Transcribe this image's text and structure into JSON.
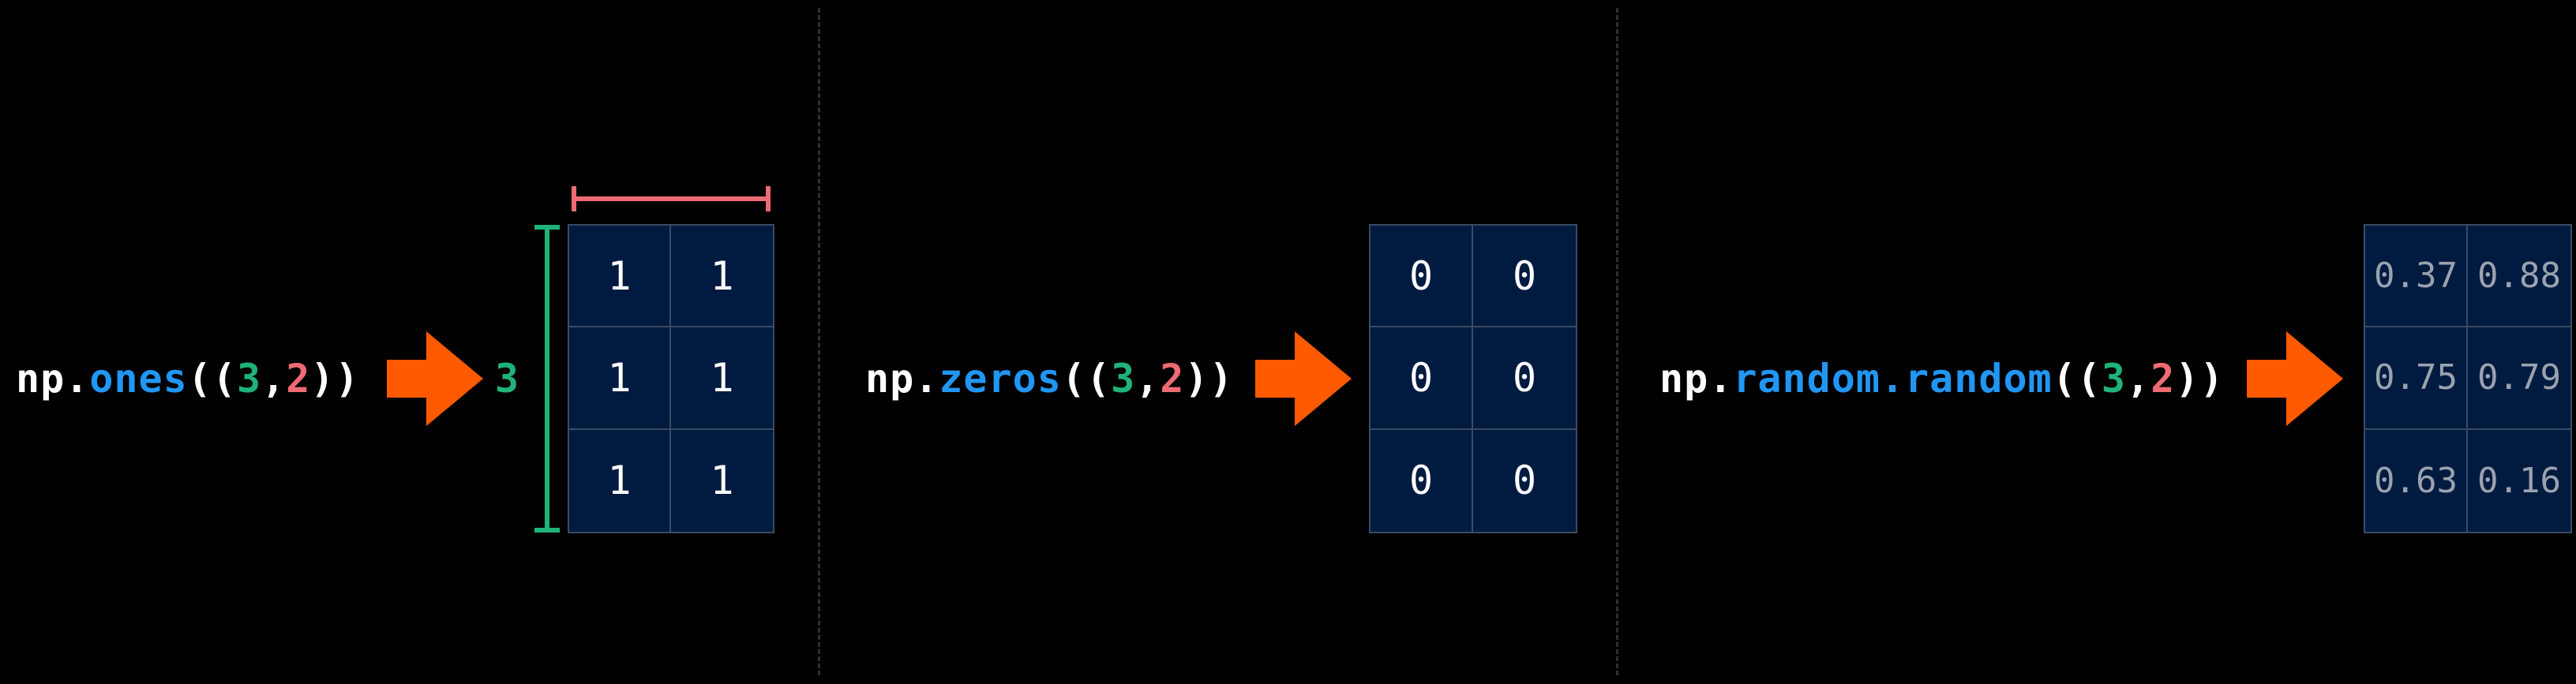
{
  "colors": {
    "background": "#000000",
    "function_name": "#2196f3",
    "rows_value": "#1fb37a",
    "cols_value": "#ef6b73",
    "arrow": "#ff5a00",
    "cell_background": "#001a40",
    "cell_border": "#3b4b63",
    "rows_bracket": "#1fb37a",
    "cols_bracket": "#ef6b73",
    "divider": "#2f2f2f"
  },
  "panels": [
    {
      "code": {
        "prefix": "np",
        "dot": ".",
        "func": "ones",
        "open": "((",
        "rows": "3",
        "comma": ",",
        "cols": "2",
        "close": "))"
      },
      "arrow_icon": "right-arrow-icon",
      "rows_dimension_label": "3",
      "matrix": [
        [
          "1",
          "1"
        ],
        [
          "1",
          "1"
        ],
        [
          "1",
          "1"
        ]
      ]
    },
    {
      "code": {
        "prefix": "np",
        "dot": ".",
        "func": "zeros",
        "open": "((",
        "rows": "3",
        "comma": ",",
        "cols": "2",
        "close": "))"
      },
      "arrow_icon": "right-arrow-icon",
      "matrix": [
        [
          "0",
          "0"
        ],
        [
          "0",
          "0"
        ],
        [
          "0",
          "0"
        ]
      ]
    },
    {
      "code": {
        "prefix": "np",
        "dot": ".",
        "func": "random.random",
        "open": "((",
        "rows": "3",
        "comma": ",",
        "cols": "2",
        "close": "))"
      },
      "arrow_icon": "right-arrow-icon",
      "matrix": [
        [
          "0.37",
          "0.88"
        ],
        [
          "0.75",
          "0.79"
        ],
        [
          "0.63",
          "0.16"
        ]
      ]
    }
  ]
}
